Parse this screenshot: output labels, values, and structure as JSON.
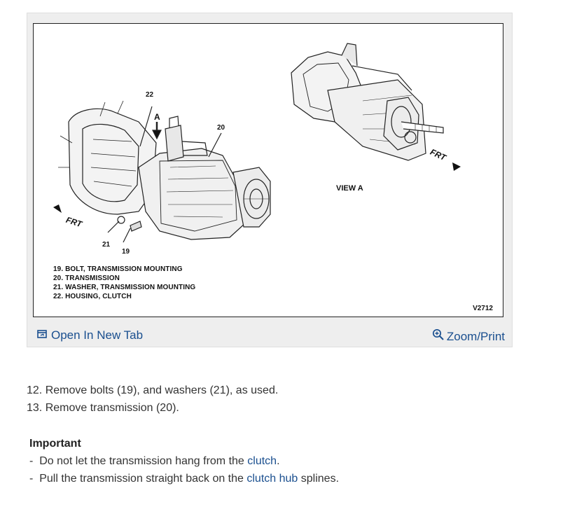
{
  "figure": {
    "callouts": {
      "c22": "22",
      "c20": "20",
      "c21": "21",
      "c19": "19",
      "a": "A"
    },
    "frt_left": "FRT",
    "frt_right": "FRT",
    "view_label": "VIEW A",
    "legend": [
      "19. BOLT, TRANSMISSION MOUNTING",
      "20. TRANSMISSION",
      "21. WASHER, TRANSMISSION MOUNTING",
      "22. HOUSING, CLUTCH"
    ],
    "figure_code": "V2712"
  },
  "footer": {
    "open_tab_label": "Open In New Tab",
    "open_tab_icon": "open-new-tab-icon",
    "zoom_label": "Zoom/Print",
    "zoom_icon": "zoom-in-icon"
  },
  "steps": [
    "12. Remove bolts (19), and washers (21), as used.",
    "13. Remove transmission (20)."
  ],
  "important": {
    "heading": "Important",
    "bullet1_before": "-  Do not let the transmission hang from the ",
    "bullet1_link": "clutch",
    "bullet1_after": ".",
    "bullet2_before": "-  Pull the transmission straight back on the ",
    "bullet2_link": "clutch hub",
    "bullet2_after": " splines."
  },
  "colors": {
    "link": "#1a4f8f",
    "card_bg": "#eeeeee",
    "text": "#333333"
  }
}
